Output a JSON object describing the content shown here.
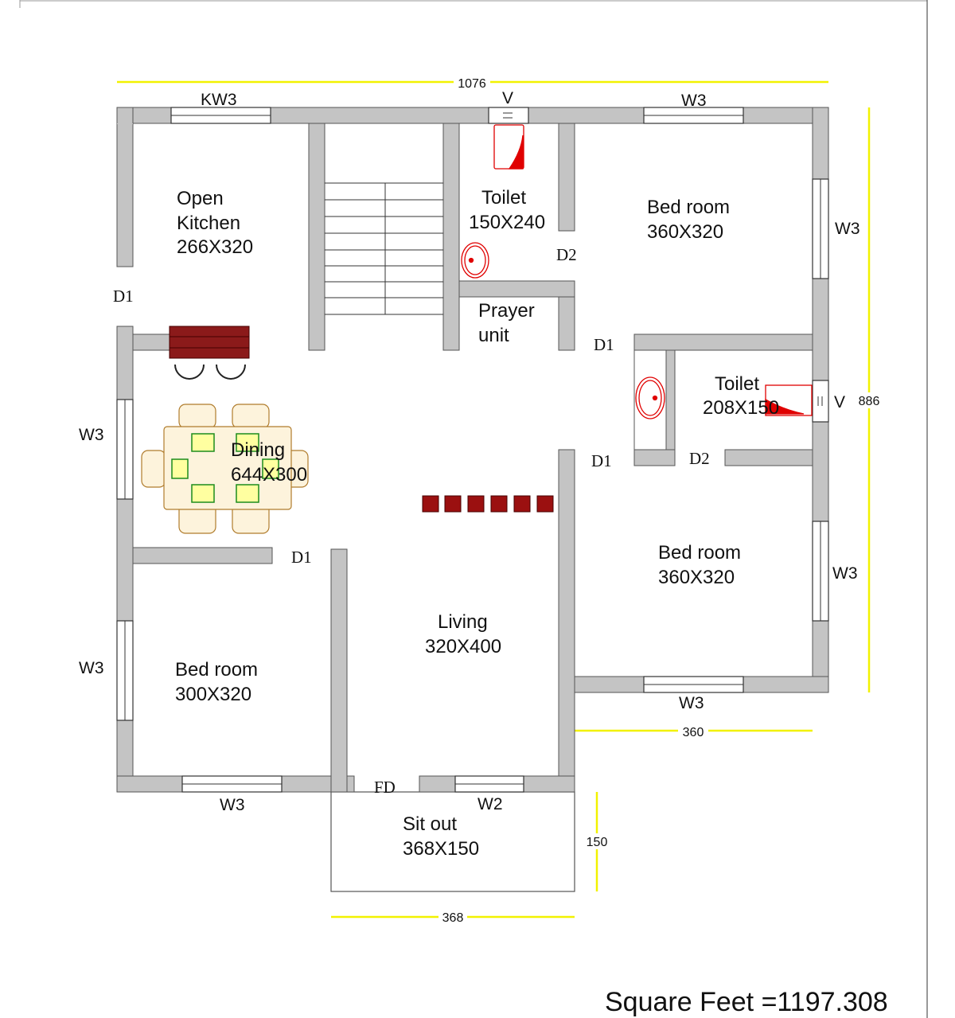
{
  "rooms": {
    "kitchen": [
      "Open",
      "Kitchen",
      "266X320"
    ],
    "toilet1": [
      "Toilet",
      "150X240"
    ],
    "bed1": [
      "Bed room",
      "360X320"
    ],
    "prayer": [
      "Prayer",
      "unit"
    ],
    "toilet2": [
      "Toilet",
      "208X150"
    ],
    "dining": [
      "Dining",
      "644X300"
    ],
    "bed2": [
      "Bed room",
      "360X320"
    ],
    "living": [
      "Living",
      "320X400"
    ],
    "bed3": [
      "Bed room",
      "300X320"
    ],
    "sitout": [
      "Sit out",
      "368X150"
    ]
  },
  "doors": {
    "d1": "D1",
    "d2": "D2",
    "fd": "FD"
  },
  "windows": {
    "kw3": "KW3",
    "v": "V",
    "w3": "W3",
    "w2": "W2"
  },
  "dimensions": {
    "top": "1076",
    "right": "886",
    "bed": "360",
    "sitout_h": "150",
    "sitout_w": "368"
  },
  "footer": "Square Feet =1197.308",
  "colors": {
    "wall": "#c4c4c4",
    "dim": "#f2f200",
    "fixture": "#e00000",
    "furniture": "#8b0000"
  }
}
